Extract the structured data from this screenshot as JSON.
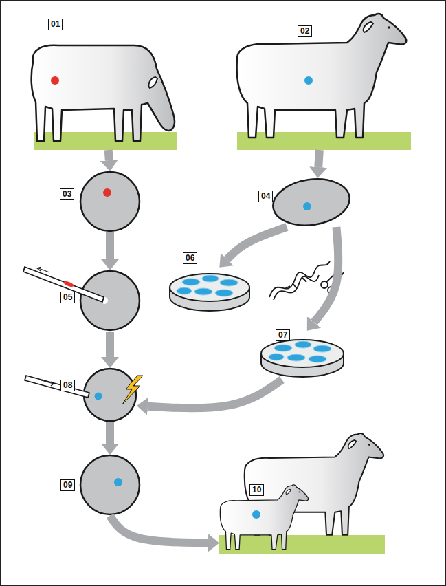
{
  "diagram": {
    "nodes": [
      {
        "text": [
          "01"
        ]
      },
      {
        "text": [
          "02"
        ]
      },
      {
        "text": [
          "03"
        ]
      },
      {
        "text": [
          "04"
        ]
      },
      {
        "text": [
          "05"
        ]
      },
      {
        "text": [
          "06"
        ]
      },
      {
        "text": [
          "07"
        ]
      },
      {
        "text": [
          "08"
        ]
      },
      {
        "text": [
          "09"
        ]
      },
      {
        "text": [
          "10"
        ]
      }
    ],
    "edges": [
      {
        "from": 0,
        "to": 2,
        "arrow": "to"
      },
      {
        "from": 1,
        "to": 3,
        "arrow": "to"
      },
      {
        "from": 2,
        "to": 4,
        "arrow": "to"
      },
      {
        "from": 3,
        "to": 5,
        "arrow": "to"
      },
      {
        "from": 3,
        "to": 6,
        "arrow": "to"
      },
      {
        "from": 4,
        "to": 7,
        "arrow": "to"
      },
      {
        "from": 6,
        "to": 7,
        "arrow": "to"
      },
      {
        "from": 7,
        "to": 8,
        "arrow": "to"
      },
      {
        "from": 8,
        "to": 9,
        "arrow": "to"
      }
    ]
  }
}
